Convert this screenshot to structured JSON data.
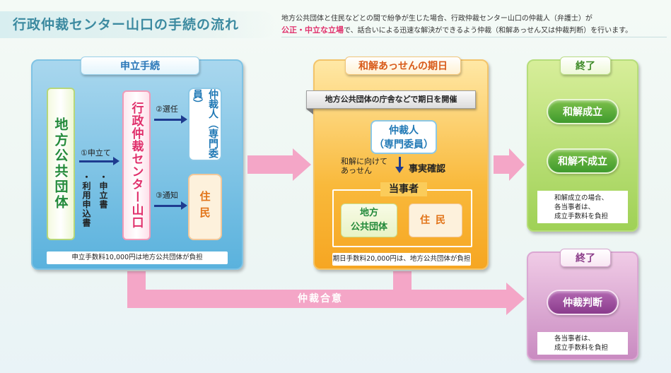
{
  "header": {
    "title": "行政仲裁センター山口の手続の流れ",
    "intro_line1": "地方公共団体と住民などとの間で紛争が生じた場合、行政仲裁センター山口の仲裁人（弁護士）が",
    "intro_highlight": "公正・中立な立場",
    "intro_line2_rest": "で、話合いによる迅速な解決ができるよう仲裁（和解あっせん又は仲裁判断）を行います。"
  },
  "stage_application": {
    "header": "申立手続",
    "local_gov": "地方公共団体",
    "step1": "①申立て",
    "doc_petition": "・申立書",
    "doc_form": "・利用申込書",
    "center": "行政仲裁センター山口",
    "step2": "②選任",
    "arbitrator": "仲裁人（専門委員）",
    "step3": "③通知",
    "resident": "住民",
    "fee_note": "申立手数料10,000円は地方公共団体が負担"
  },
  "stage_mediation": {
    "header": "和解あっせんの期日",
    "ribbon": "地方公共団体の庁舎などで期日を開催",
    "arbitrator_l1": "仲裁人",
    "arbitrator_l2": "（専門委員）",
    "toward_l1": "和解に向けて",
    "toward_l2": "あっせん",
    "fact_check": "事実確認",
    "parties": "当事者",
    "local_gov_l1": "地方",
    "local_gov_l2": "公共団体",
    "resident": "住民",
    "fee_note": "期日手数料20,000円は、地方公共団体が負担"
  },
  "stage_end_settlement": {
    "header": "終了",
    "settled": "和解成立",
    "not_settled": "和解不成立",
    "note_l1": "和解成立の場合、",
    "note_l2": "各当事者は、",
    "note_l3": "成立手数料を負担"
  },
  "stage_end_award": {
    "header": "終了",
    "award": "仲裁判断",
    "note_l1": "各当事者は、",
    "note_l2": "成立手数料を負担"
  },
  "flow": {
    "agreement_label": "仲裁合意"
  },
  "colors": {
    "blue_panel": "#5ab2dd",
    "orange_panel": "#f9b93b",
    "green_panel": "#9fd156",
    "purple_panel": "#c98bc1",
    "pink_arrow": "#f4a6c7",
    "navy_arrow": "#1e3b8f",
    "accent_pink": "#e0306c"
  }
}
